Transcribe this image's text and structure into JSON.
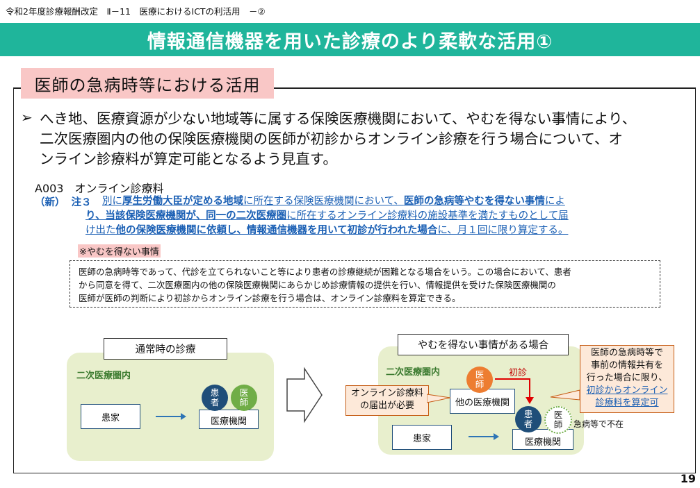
{
  "header": {
    "small": "令和2年度診療報酬改定　Ⅱ－11　医療におけるICTの利活用　－②",
    "title": "情報通信機器を用いた診療のより柔軟な活用①"
  },
  "section": {
    "label": "医師の急病時等における活用"
  },
  "bullet": {
    "marker": "➢",
    "lines": [
      "へき地、医療資源が少ない地域等に属する保険医療機関において、やむを得ない事情により、",
      "二次医療圏内の他の保険医療機関の医師が初診からオンライン診療を行う場合について、オ",
      "ンライン診療料が算定可能となるよう見直す。"
    ]
  },
  "code": "A003　オンライン診療料",
  "revision": {
    "label": "（新）",
    "note_no": "注３",
    "line1": [
      {
        "t": "別に",
        "s": "b"
      },
      {
        "t": "厚生労働大臣が定める地域",
        "s": "bb"
      },
      {
        "t": "に所在する保険医療機関において、",
        "s": "b"
      },
      {
        "t": "医師の急病等やむを得ない事情",
        "s": "bb"
      },
      {
        "t": "によ",
        "s": "b"
      }
    ],
    "line2": [
      {
        "t": "り、当該保険医療機関が、",
        "s": "bb"
      },
      {
        "t": "同一の二次医療圏",
        "s": "bb"
      },
      {
        "t": "に所在するオンライン診療料の施設基準を満たすものとして届",
        "s": "b"
      }
    ],
    "line3": [
      {
        "t": "け出た",
        "s": "b"
      },
      {
        "t": "他の保険医療機関に依頼し、情報通信機器を用いて初診が行われた場合",
        "s": "bb"
      },
      {
        "t": "に、月１回に限り算定する。",
        "s": "b"
      }
    ]
  },
  "note": {
    "head": "※やむを得ない事情",
    "lines": [
      "医師の急病時等であって、代診を立てられないこと等により患者の診療継続が困難となる場合をいう。この場合において、患者",
      "から同意を得て、二次医療圏内の他の保険医療機関にあらかじめ診療情報の提供を行い、情報提供を受けた保険医療機関の",
      "医師が医師の判断により初診からオンライン診療を行う場合は、オンライン診療料を算定できる。"
    ]
  },
  "diagram_left": {
    "tag": "通常時の診療",
    "region": "二次医療圏内",
    "home": "患家",
    "patient": "患者",
    "doctor": "医師",
    "facility": "医療機関"
  },
  "diagram_right": {
    "tag": "やむを得ない事情がある場合",
    "region": "二次医療圏内",
    "other_facility": "他の医療機関",
    "doctor": "医師",
    "first_visit": "初診",
    "callout_left": [
      "オンライン診療料",
      "の届出が必要"
    ],
    "callout_right": [
      "医師の急病時等で",
      "事前の情報共有を",
      "行った場合に限り、",
      "初診からオンライン",
      "診療料を算定可"
    ],
    "patient": "患者",
    "absent_doctor": "医師",
    "absent_text": "急病等で不在",
    "home": "患家",
    "facility": "医療機関"
  },
  "page_number": "19",
  "colors": {
    "teal": "#1fb59b",
    "pink": "#f9c7c6",
    "green_bg": "#e8efcd",
    "navy": "#1f4e79",
    "orange": "#ed7d31",
    "link_blue": "#1a5fb4"
  }
}
